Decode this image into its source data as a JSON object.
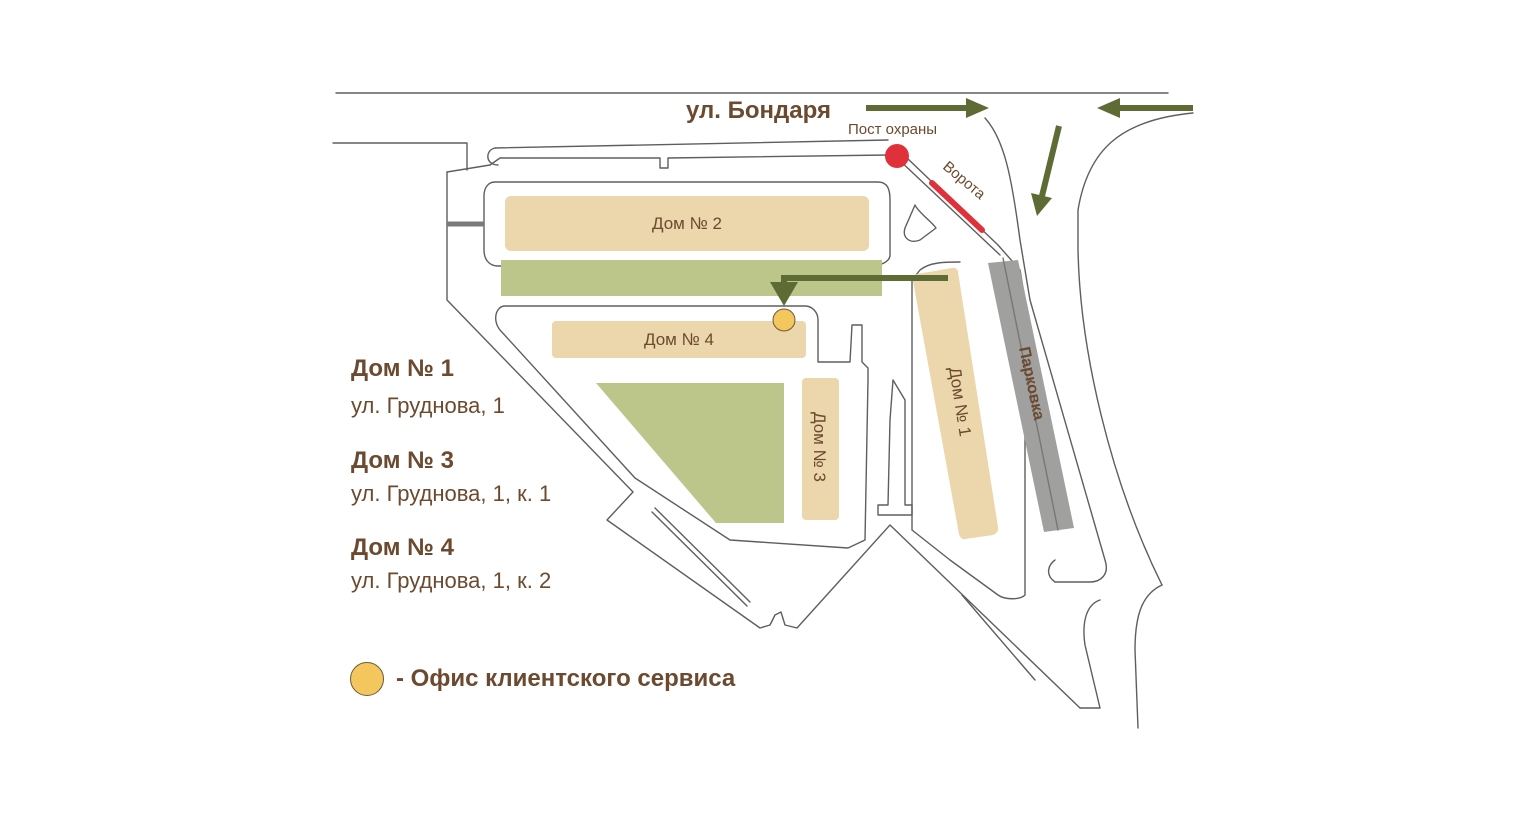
{
  "map": {
    "street": "ул. Бондаря",
    "security_post": "Пост охраны",
    "gate": "Ворота",
    "parking": "Парковка",
    "buildings": {
      "house2": "Дом № 2",
      "house4": "Дом № 4",
      "house3": "Дом № 3",
      "house1": "Дом № 1"
    },
    "colors": {
      "building": "#ecd6ab",
      "green_area": "#bcc68a",
      "parking": "#a0a09f",
      "arrow": "#5f6b35",
      "security_post": "#e0303a",
      "office": "#f4c75e",
      "text": "#6b4a2f"
    }
  },
  "legend": {
    "items": [
      {
        "name": "Дом № 1",
        "address": "ул. Груднова, 1"
      },
      {
        "name": "Дом № 3",
        "address": "ул. Груднова, 1, к. 1"
      },
      {
        "name": "Дом № 4",
        "address": "ул. Груднова, 1, к. 2"
      }
    ],
    "office_label": "- Офис клиентского сервиса"
  }
}
